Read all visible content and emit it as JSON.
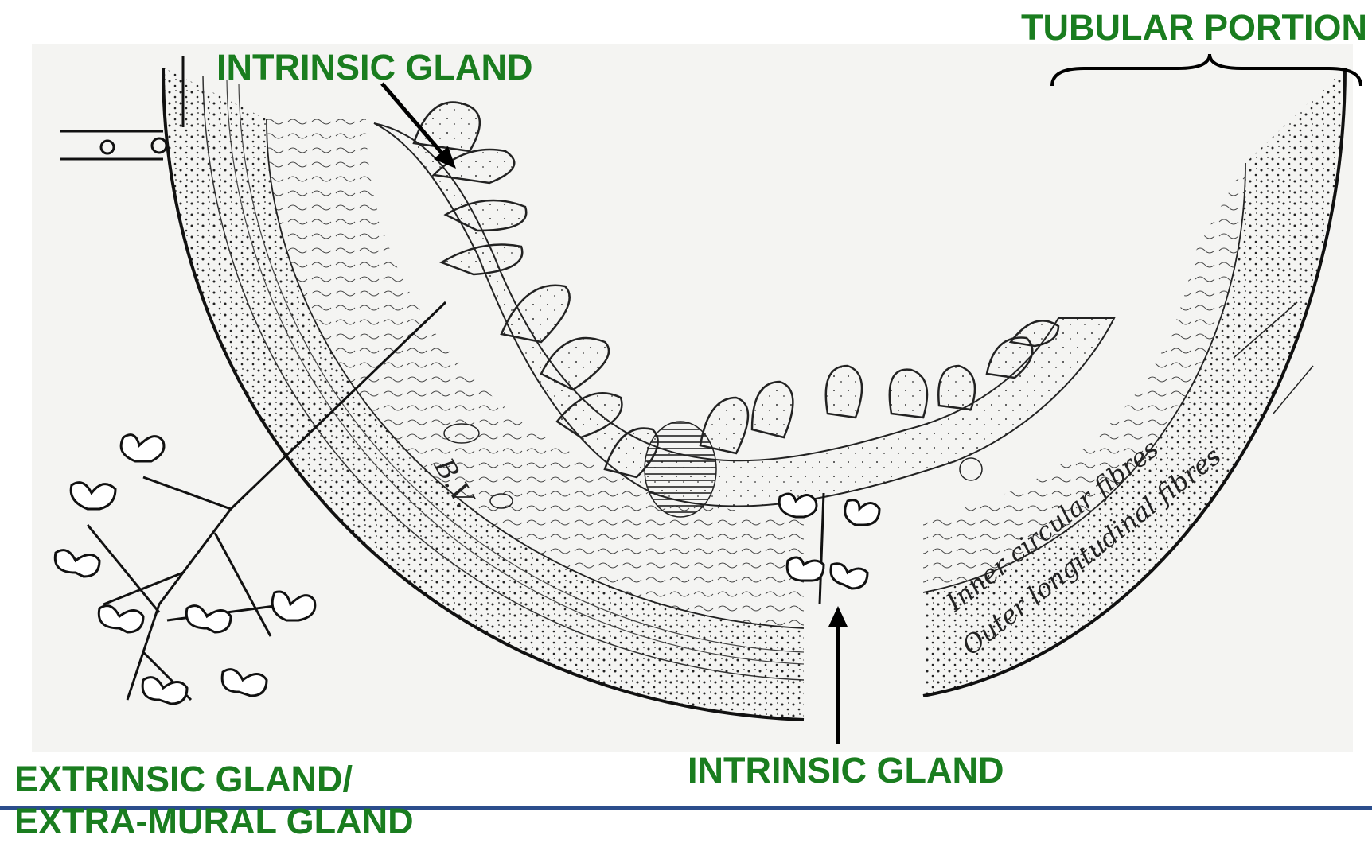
{
  "labels": {
    "tubular_portion": "TUBULAR PORTION",
    "intrinsic_gland_top": "INTRINSIC GLAND",
    "intrinsic_gland_bottom": "INTRINSIC GLAND",
    "extrinsic_line1": "EXTRINSIC GLAND/",
    "extrinsic_line2": "EXTRA-MURAL GLAND"
  },
  "drawing_text": {
    "inner_circular": "Inner circular fibres",
    "outer_longitudinal": "Outer longitudinal fibres",
    "bv": "B.V."
  },
  "colors": {
    "label_green": "#1a7d1f",
    "footer_blue": "#2b4d8c",
    "ink": "#1a1a1a",
    "paper": "#f4f4f2"
  }
}
